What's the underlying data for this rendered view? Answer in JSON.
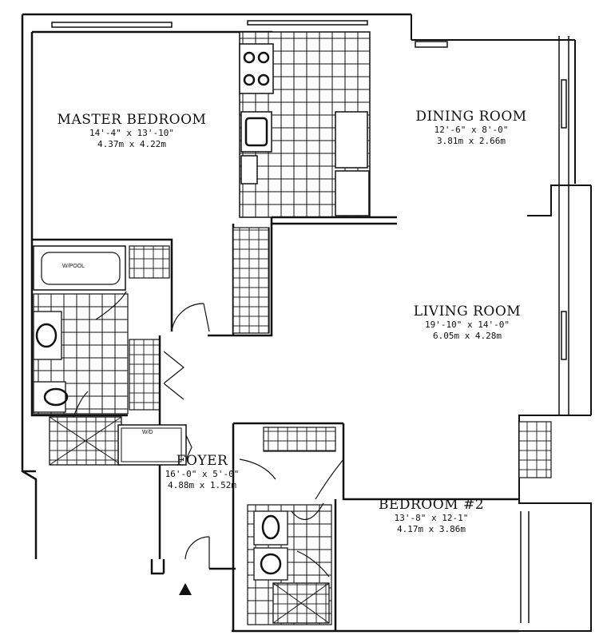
{
  "rooms": {
    "master_bedroom": {
      "name": "MASTER BEDROOM",
      "imperial": "14'-4\" x 13'-10\"",
      "metric": "4.37m x 4.22m"
    },
    "dining_room": {
      "name": "DINING ROOM",
      "imperial": "12'-6\" x 8'-0\"",
      "metric": "3.81m x 2.66m"
    },
    "living_room": {
      "name": "LIVING ROOM",
      "imperial": "19'-10\" x 14'-0\"",
      "metric": "6.05m x 4.28m"
    },
    "foyer": {
      "name": "FOYER",
      "imperial": "16'-0\" x 5'-0\"",
      "metric": "4.88m x 1.52m"
    },
    "bedroom_2": {
      "name": "BEDROOM #2",
      "imperial": "13'-8\" x 12-1\"",
      "metric": "4.17m x 3.86m"
    }
  },
  "fixtures": {
    "tub_label": "W/POOL",
    "wd_label": "W/D"
  },
  "colors": {
    "ink": "#111111",
    "paper": "#ffffff"
  }
}
